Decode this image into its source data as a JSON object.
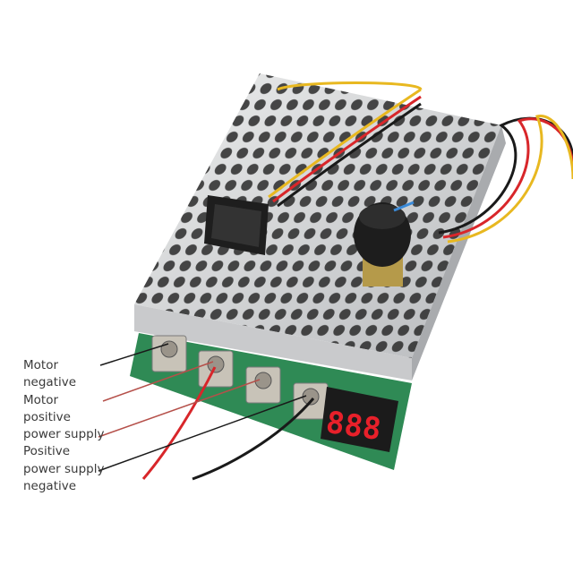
{
  "annotations": [
    {
      "text": "Motor negative",
      "line_color": "#1a1a1a"
    },
    {
      "text": "Motor positive",
      "line_color": "#b5504a"
    },
    {
      "text": "power supply Positive",
      "line_color": "#b5504a"
    },
    {
      "text": "power supply negative",
      "line_color": "#1a1a1a"
    }
  ],
  "label_lines": [
    "Motor",
    "negative",
    "Motor",
    "positive",
    "power supply",
    "Positive",
    "power supply",
    "negative"
  ],
  "display": {
    "value": "888",
    "color": "#e8202a"
  },
  "colors": {
    "case": "#d9dadc",
    "pcb": "#2f8a55",
    "wire_red": "#d8262a",
    "wire_yellow": "#e8b820",
    "wire_black": "#1a1a1a"
  }
}
